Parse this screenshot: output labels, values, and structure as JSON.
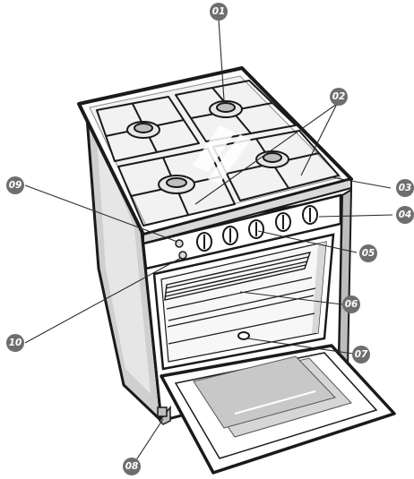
{
  "callouts": [
    {
      "id": "01",
      "part": "burner"
    },
    {
      "id": "02",
      "part": "pan-support-grid"
    },
    {
      "id": "03",
      "part": "hob-top"
    },
    {
      "id": "04",
      "part": "control-knob"
    },
    {
      "id": "05",
      "part": "control-panel"
    },
    {
      "id": "06",
      "part": "oven-shelf"
    },
    {
      "id": "07",
      "part": "oven-light"
    },
    {
      "id": "08",
      "part": "adjustable-foot"
    },
    {
      "id": "09",
      "part": "ignition-button"
    },
    {
      "id": "10",
      "part": "indicator-light"
    }
  ],
  "colors": {
    "outline": "#1a1a1a",
    "callout": "#6e6e6e",
    "body": "#ffffff",
    "shade": "#d4d4d4"
  }
}
